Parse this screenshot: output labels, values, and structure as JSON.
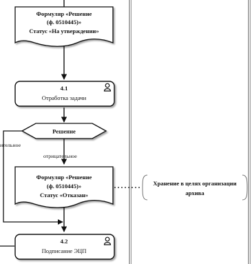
{
  "document_form_approval": {
    "line1": "Формуляр «Решение",
    "line2": "(ф. 0510445)»",
    "line3": "Статус «На утверждении»"
  },
  "task_4_1": {
    "number": "4.1",
    "title": "Отработка задачи",
    "icon": "user-icon"
  },
  "decision": {
    "label": "Решение",
    "branch_left_label": "ительное",
    "branch_down_label": "отрицательное"
  },
  "document_form_rejected": {
    "line1": "Формуляр «Решение",
    "line2": "(ф. 0510445)»",
    "line3": "Статус «Отказан»"
  },
  "annotation": {
    "line1": "Хранение в целях организации",
    "line2": "архива"
  },
  "task_4_2": {
    "number": "4.2",
    "title": "Подписание ЭЦП",
    "icon": "user-icon"
  }
}
